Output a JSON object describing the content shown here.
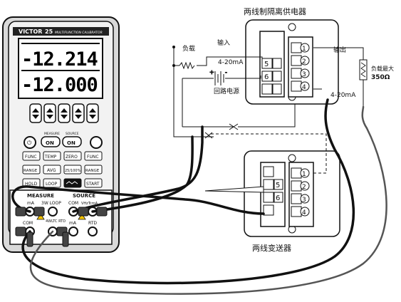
{
  "labels": {
    "isolator_title": "两线制隔离供电器",
    "load": "负载",
    "input": "输入",
    "output": "输出",
    "current_in": "4-20mA",
    "current_out": "4-20mA",
    "loop_power": "回路电源",
    "max_load_label": "负载最大",
    "max_load_value": "350Ω",
    "transmitter_title": "两线变送器"
  },
  "terminals": {
    "isolator_left": [
      "5",
      "6"
    ],
    "isolator_right": [
      "1",
      "2",
      "3",
      "4"
    ],
    "transmitter_left": [
      "5",
      "6"
    ],
    "transmitter_right": [
      "1",
      "2",
      "3",
      "4"
    ]
  },
  "meter": {
    "brand": "VICTOR",
    "model": "25",
    "subtitle": "MULTIFUNCTION CALIBRATOR",
    "primary_reading": "-12.214",
    "secondary_reading": "-12.000",
    "measure_label": "MEASURE",
    "source_label": "SOURCE",
    "on_label": "ON",
    "keys_row1": [
      "FUNC",
      "TEMP",
      "ZERO",
      "FUNC"
    ],
    "keys_row2": [
      "RANGE",
      "AVG",
      "25/100%",
      "RANGE"
    ],
    "keys_row3": [
      "HOLD",
      "LOOP",
      "",
      "START"
    ],
    "jack_measure_a": "mA",
    "jack_loop": "3W LOOP",
    "jack_source": "COM",
    "jack_vhz": "VHzTcmA",
    "jack_com": "COM",
    "jack_rtd": "4WLTC RTD",
    "jack_ma": "mA",
    "jack_rtd2": "RTD"
  },
  "colors": {
    "wire_black": "#111111",
    "wire_gray": "#666666",
    "lcd_bg": "#ffffff",
    "case": "#1a1a1a"
  }
}
